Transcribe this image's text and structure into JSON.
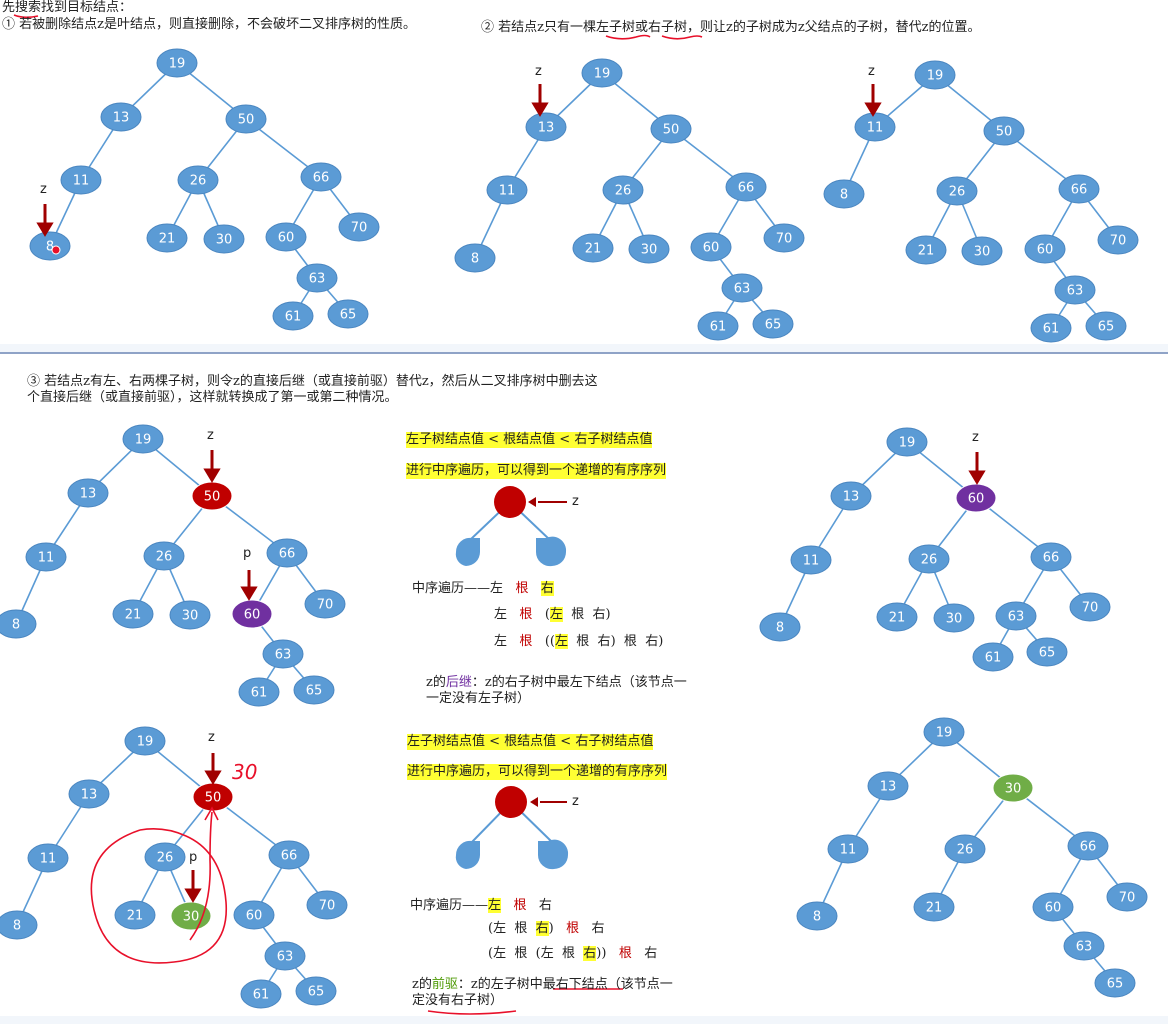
{
  "text": {
    "header": "先搜索找到目标结点：",
    "case1": "① 若被删除结点z是叶结点，则直接删除，不会破坏二叉排序树的性质。",
    "case2": "② 若结点z只有一棵左子树或右子树，则让z的子树成为z父结点的子树，替代z的位置。",
    "case3_line1": "③ 若结点z有左、右两棵子树，则令z的直接后继（或直接前驱）替代z，然后从二叉排序树中删去这",
    "case3_line2": "个直接后继（或直接前驱），这样就转换成了第一或第二种情况。",
    "bst_rule": "左子树结点值 < 根结点值 < 右子树结点值",
    "inorder_increasing": "进行中序遍历，可以得到一个递增的有序序列",
    "inorder_label": "中序遍历——",
    "left": "左",
    "root": "根",
    "right": "右",
    "successor_pre": "z的",
    "successor_word": "后继",
    "successor_rest": "：z的右子树中最左下结点（该节点一",
    "successor_line2": "一定没有左子树）",
    "predecessor_word": "前驱",
    "predecessor_rest": "：z的左子树中最右下结点（该节点一",
    "predecessor_line2": "定没有右子树）",
    "z": "z",
    "p": "p",
    "handwritten_30": "30"
  },
  "colors": {
    "node_blue": "#5b9bd5",
    "node_stroke": "#4a86c0",
    "edge": "#5b9bd5",
    "target_red": "#c00000",
    "successor_purple": "#7030a0",
    "predecessor_green": "#70ad47",
    "arrow_red": "#a00000",
    "highlight": "#ffff33",
    "handwriting": "#e8102a"
  },
  "trees": [
    {
      "id": "case1",
      "nodes": [
        [
          "19",
          177,
          63
        ],
        [
          "13",
          121,
          117
        ],
        [
          "50",
          246,
          119
        ],
        [
          "11",
          81,
          180
        ],
        [
          "26",
          198,
          180
        ],
        [
          "66",
          321,
          177
        ],
        [
          "8",
          50,
          246
        ],
        [
          "21",
          167,
          238
        ],
        [
          "30",
          224,
          239
        ],
        [
          "60",
          286,
          237
        ],
        [
          "70",
          359,
          227
        ],
        [
          "63",
          317,
          278
        ],
        [
          "61",
          293,
          316
        ],
        [
          "65",
          348,
          314
        ]
      ],
      "edges": [
        [
          0,
          1
        ],
        [
          0,
          2
        ],
        [
          1,
          3
        ],
        [
          3,
          6
        ],
        [
          2,
          4
        ],
        [
          2,
          5
        ],
        [
          4,
          7
        ],
        [
          4,
          8
        ],
        [
          5,
          9
        ],
        [
          5,
          10
        ],
        [
          9,
          11
        ],
        [
          11,
          12
        ],
        [
          11,
          13
        ]
      ]
    },
    {
      "id": "case2a",
      "nodes": [
        [
          "19",
          602,
          73
        ],
        [
          "13",
          546,
          127
        ],
        [
          "50",
          671,
          129
        ],
        [
          "11",
          507,
          190
        ],
        [
          "26",
          623,
          190
        ],
        [
          "66",
          746,
          187
        ],
        [
          "8",
          475,
          258
        ],
        [
          "21",
          593,
          248
        ],
        [
          "30",
          649,
          249
        ],
        [
          "60",
          711,
          247
        ],
        [
          "70",
          784,
          238
        ],
        [
          "63",
          742,
          288
        ],
        [
          "61",
          718,
          326
        ],
        [
          "65",
          773,
          324
        ]
      ],
      "edges": [
        [
          0,
          1
        ],
        [
          0,
          2
        ],
        [
          1,
          3
        ],
        [
          3,
          6
        ],
        [
          2,
          4
        ],
        [
          2,
          5
        ],
        [
          4,
          7
        ],
        [
          4,
          8
        ],
        [
          5,
          9
        ],
        [
          5,
          10
        ],
        [
          9,
          11
        ],
        [
          11,
          12
        ],
        [
          11,
          13
        ]
      ]
    },
    {
      "id": "case2b",
      "nodes": [
        [
          "19",
          935,
          75
        ],
        [
          "11",
          875,
          127
        ],
        [
          "50",
          1004,
          131
        ],
        [
          "8",
          844,
          194
        ],
        [
          "26",
          957,
          191
        ],
        [
          "66",
          1079,
          189
        ],
        [
          "21",
          926,
          250
        ],
        [
          "30",
          982,
          251
        ],
        [
          "60",
          1045,
          249
        ],
        [
          "70",
          1118,
          240
        ],
        [
          "63",
          1075,
          290
        ],
        [
          "61",
          1051,
          328
        ],
        [
          "65",
          1106,
          326
        ]
      ],
      "edges": [
        [
          0,
          1
        ],
        [
          0,
          2
        ],
        [
          1,
          3
        ],
        [
          2,
          4
        ],
        [
          2,
          5
        ],
        [
          4,
          6
        ],
        [
          4,
          7
        ],
        [
          5,
          8
        ],
        [
          5,
          9
        ],
        [
          8,
          10
        ],
        [
          10,
          11
        ],
        [
          10,
          12
        ]
      ]
    },
    {
      "id": "case3a",
      "nodes": [
        [
          "19",
          143,
          439
        ],
        [
          "13",
          88,
          493
        ],
        [
          "50",
          212,
          496,
          "red"
        ],
        [
          "11",
          46,
          557
        ],
        [
          "26",
          164,
          556
        ],
        [
          "66",
          287,
          553
        ],
        [
          "8",
          16,
          624
        ],
        [
          "21",
          133,
          614
        ],
        [
          "30",
          190,
          615
        ],
        [
          "60",
          252,
          614,
          "purple"
        ],
        [
          "70",
          325,
          604
        ],
        [
          "63",
          283,
          654
        ],
        [
          "61",
          259,
          692
        ],
        [
          "65",
          314,
          690
        ]
      ],
      "edges": [
        [
          0,
          1
        ],
        [
          0,
          2
        ],
        [
          1,
          3
        ],
        [
          3,
          6
        ],
        [
          2,
          4
        ],
        [
          2,
          5
        ],
        [
          4,
          7
        ],
        [
          4,
          8
        ],
        [
          5,
          9
        ],
        [
          5,
          10
        ],
        [
          9,
          11
        ],
        [
          11,
          12
        ],
        [
          11,
          13
        ]
      ]
    },
    {
      "id": "case3b",
      "nodes": [
        [
          "19",
          907,
          442
        ],
        [
          "13",
          851,
          496
        ],
        [
          "60",
          976,
          498,
          "purple"
        ],
        [
          "11",
          811,
          560
        ],
        [
          "26",
          929,
          559
        ],
        [
          "66",
          1051,
          557
        ],
        [
          "8",
          780,
          627
        ],
        [
          "21",
          897,
          617
        ],
        [
          "30",
          954,
          618
        ],
        [
          "63",
          1016,
          616
        ],
        [
          "70",
          1090,
          607
        ],
        [
          "61",
          993,
          657
        ],
        [
          "65",
          1047,
          652
        ]
      ],
      "edges": [
        [
          0,
          1
        ],
        [
          0,
          2
        ],
        [
          1,
          3
        ],
        [
          3,
          6
        ],
        [
          2,
          4
        ],
        [
          2,
          5
        ],
        [
          4,
          7
        ],
        [
          4,
          8
        ],
        [
          5,
          9
        ],
        [
          5,
          10
        ],
        [
          9,
          11
        ],
        [
          9,
          12
        ]
      ]
    },
    {
      "id": "case3c",
      "nodes": [
        [
          "19",
          145,
          741
        ],
        [
          "13",
          89,
          794
        ],
        [
          "50",
          213,
          797,
          "red"
        ],
        [
          "11",
          48,
          858
        ],
        [
          "26",
          165,
          857
        ],
        [
          "66",
          289,
          855
        ],
        [
          "8",
          17,
          925
        ],
        [
          "21",
          135,
          915
        ],
        [
          "30",
          191,
          916,
          "green"
        ],
        [
          "60",
          254,
          915
        ],
        [
          "70",
          327,
          905
        ],
        [
          "63",
          285,
          956
        ],
        [
          "61",
          261,
          994
        ],
        [
          "65",
          316,
          991
        ]
      ],
      "edges": [
        [
          0,
          1
        ],
        [
          0,
          2
        ],
        [
          1,
          3
        ],
        [
          3,
          6
        ],
        [
          2,
          4
        ],
        [
          2,
          5
        ],
        [
          4,
          7
        ],
        [
          4,
          8
        ],
        [
          5,
          9
        ],
        [
          5,
          10
        ],
        [
          9,
          11
        ],
        [
          11,
          12
        ],
        [
          11,
          13
        ]
      ]
    },
    {
      "id": "case3d",
      "nodes": [
        [
          "19",
          944,
          732
        ],
        [
          "13",
          888,
          786
        ],
        [
          "30",
          1013,
          788,
          "green"
        ],
        [
          "11",
          848,
          849
        ],
        [
          "26",
          965,
          849
        ],
        [
          "66",
          1088,
          846
        ],
        [
          "8",
          817,
          916
        ],
        [
          "21",
          934,
          907
        ],
        [
          "60",
          1053,
          907
        ],
        [
          "70",
          1127,
          897
        ],
        [
          "63",
          1084,
          946
        ],
        [
          "65",
          1115,
          983
        ]
      ],
      "edges": [
        [
          0,
          1
        ],
        [
          0,
          2
        ],
        [
          1,
          3
        ],
        [
          3,
          6
        ],
        [
          2,
          4
        ],
        [
          2,
          5
        ],
        [
          4,
          7
        ],
        [
          5,
          8
        ],
        [
          5,
          9
        ],
        [
          8,
          10
        ],
        [
          10,
          11
        ]
      ]
    }
  ]
}
